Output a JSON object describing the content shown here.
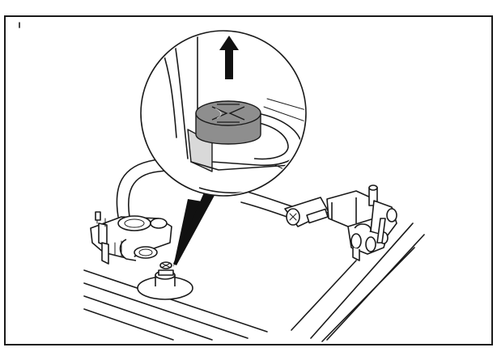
{
  "figure": {
    "style": "technical line illustration",
    "zoom_callout": "detail",
    "action_arrow_direction": "up",
    "colors": {
      "line": "#1a1a1a",
      "background": "#ffffff",
      "cap_fill": "#8e8e8e",
      "light_shade": "#d9d9d9"
    }
  }
}
